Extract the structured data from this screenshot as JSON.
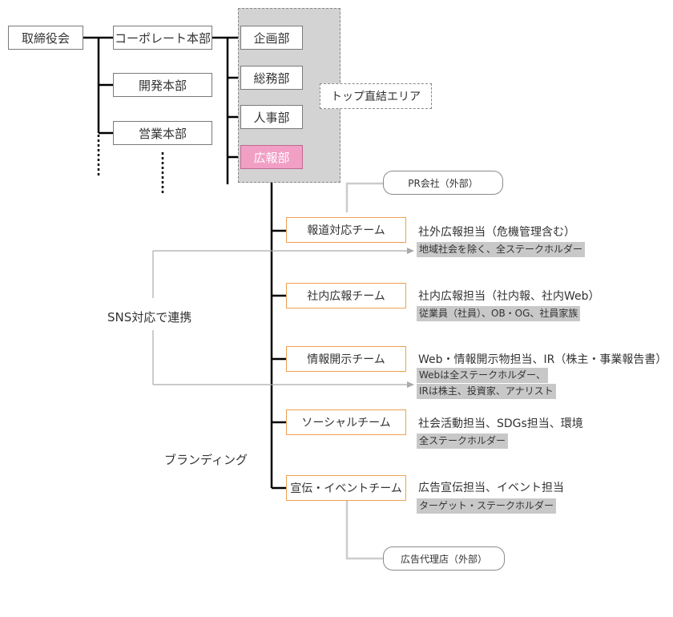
{
  "chart_data": {
    "type": "org_chart",
    "nodes": {
      "board": "取締役会",
      "corporate": "コーポレート本部",
      "development": "開発本部",
      "sales": "営業本部",
      "planning": "企画部",
      "general_affairs": "総務部",
      "hr": "人事部",
      "pr": "広報部",
      "direct_zone": "トップ直結エリア",
      "pr_firm": "PR会社（外部）",
      "ad_agency": "広告代理店（外部）"
    },
    "teams": [
      {
        "name": "報道対応チーム",
        "responsibility": "社外広報担当（危機管理含む）",
        "audience": [
          "地域社会を除く、全ステークホルダー"
        ]
      },
      {
        "name": "社内広報チーム",
        "responsibility": "社内広報担当（社内報、社内Web）",
        "audience": [
          "従業員（社員）、OB・OG、社員家族"
        ]
      },
      {
        "name": "情報開示チーム",
        "responsibility": "Web・情報開示物担当、IR（株主・事業報告書）",
        "audience": [
          "Webは全ステークホルダー、",
          "IRは株主、投資家、アナリスト"
        ]
      },
      {
        "name": "ソーシャルチーム",
        "responsibility": "社会活動担当、SDGs担当、環境",
        "audience": [
          "全ステークホルダー"
        ]
      },
      {
        "name": "宣伝・イベントチーム",
        "responsibility": "広告宣伝担当、イベント担当",
        "audience": [
          "ターゲット・ステークホルダー"
        ]
      }
    ],
    "annotations": {
      "sns": "SNS対応で連携",
      "branding": "ブランディング"
    }
  },
  "colors": {
    "team_border": "#f0a050",
    "pr_fill": "#f29fc5",
    "zone_fill": "#d3d3d3",
    "tag_fill": "#c8c8c8",
    "line": "#000000",
    "arrow_line": "#aaaaaa"
  }
}
